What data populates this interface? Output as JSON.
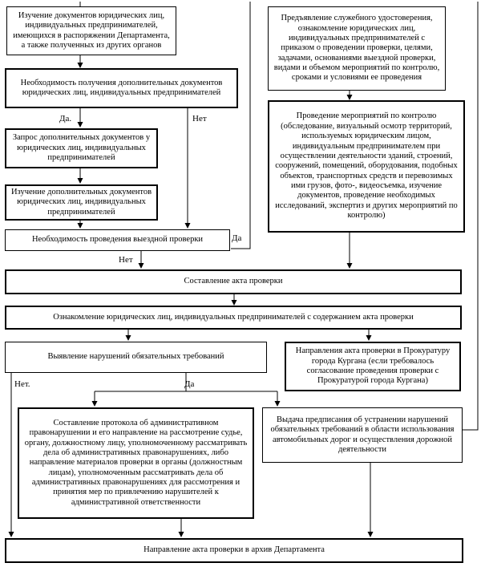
{
  "boxes": {
    "study_docs": "Изучение документов юридических лиц, индивидуальных предпринимателей, имеющихся в распоряжении Департамента, а также полученных из других органов",
    "need_additional": "Необходимость получения дополнительных документов юридических лиц, индивидуальных предпринимателей",
    "request_additional": "Запрос дополнительных документов у юридических лиц, индивидуальных предпринимателей",
    "study_additional": "Изучение  дополнительных документов юридических лиц, индивидуальных предпринимателей",
    "need_field_check": "Необходимость проведения выездной проверки",
    "show_id": "Предъявление служебного удостоверения, ознакомление юридических лиц, индивидуальных предпринимателей с приказом о проведении проверки,  целями, задачами, основаниями выездной проверки, видами и объемом мероприятий по контролю, сроками и условиями ее проведения",
    "control_measures": "Проведение мероприятий по контролю (обследование, визуальный осмотр территорий, используемых юридическим лицом, индивидуальным предпринимателем при осуществлении деятельности зданий, строений, сооружений, помещений, оборудования, подобных объектов, транспортных средств и перевозимых ими грузов, фото-, видеосъемка, изучение документов, проведение необходимых исследований, экспертиз и других мероприятий по контролю)",
    "act": "Составление акта проверки",
    "familiarize": "Ознакомление юридических лиц, индивидуальных предпринимателей с содержанием акта проверки",
    "violations": "Выявление нарушений обязательных требований",
    "prosecutor": "Направления акта проверки в Прокуратуру города Кургана (если требовалось согласование проведения проверки с Прокуратурой города Кургана)",
    "protocol": "Составление протокола об административном правонарушении и его направление на рассмотрение судье, органу, должностному лицу, уполномоченному рассматривать дела об административных правонарушениях, либо направление материалов проверки в органы (должностным лицам), уполномоченным рассматривать дела об административных правонарушениях для рассмотрения и принятия мер по привлечению нарушителей к административной ответственности",
    "prescription": "Выдача предписания об устранении нарушений обязательных требований в области использования  автомобильных дорог и осуществления дорожной деятельности",
    "archive": "Направление акта проверки в архив Департамента"
  },
  "labels": {
    "yes1": "Да.",
    "no1": "Нет",
    "yes2": "Да",
    "no2": "Нет",
    "no3": "Нет.",
    "yes3": "Да"
  }
}
